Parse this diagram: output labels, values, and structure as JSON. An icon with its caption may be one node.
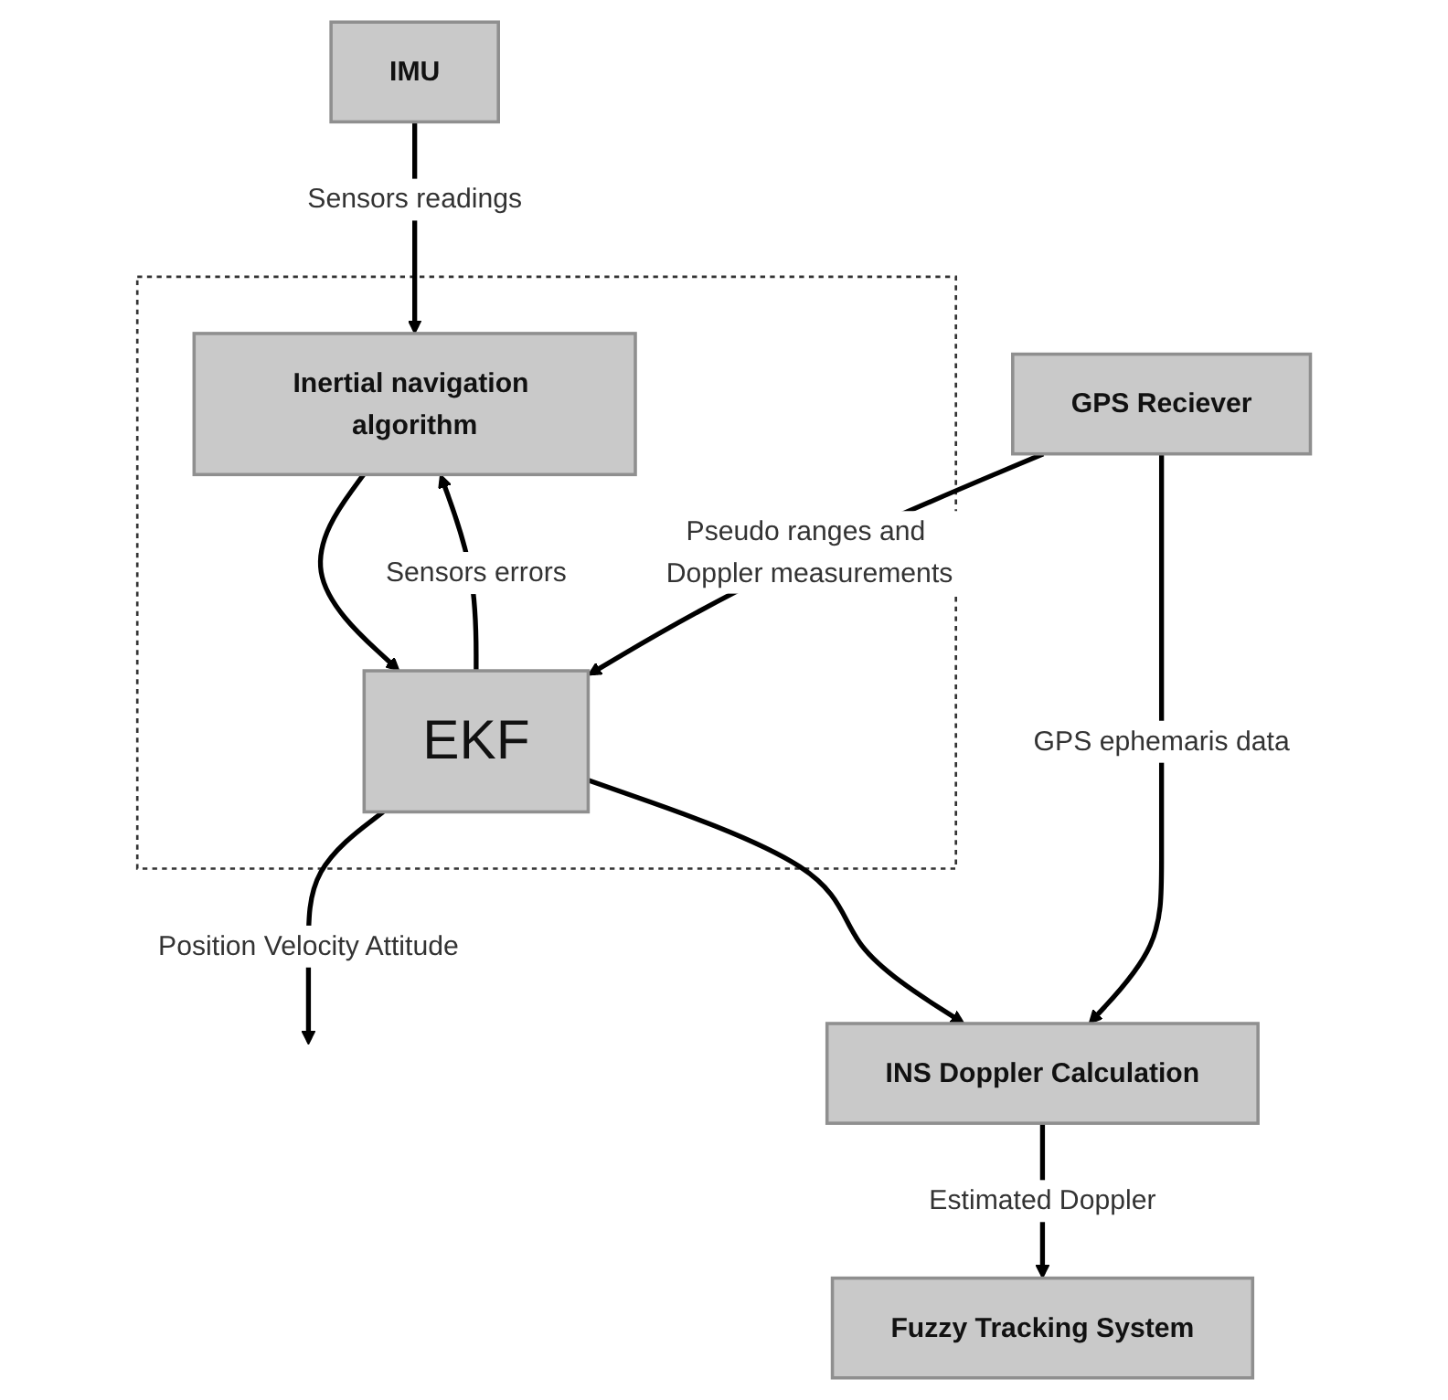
{
  "diagram": {
    "nodes": [
      {
        "text": [],
        "shape": "box"
      },
      {
        "text": [
          "IMU"
        ]
      },
      {
        "text": [
          "Inertial navigation algorithm"
        ],
        "in": 0
      },
      {
        "text": [
          "EKF"
        ],
        "in": 0
      },
      {
        "text": [
          "GPS Reciever"
        ]
      },
      {
        "text": [
          "Fuzzy Tracking System"
        ]
      },
      {
        "text": [
          "INS Doppler Calculation"
        ]
      }
    ],
    "edges": [
      {
        "from": 1,
        "to": 2,
        "arrow": "to",
        "label": "Sensors readings"
      },
      {
        "from": 3,
        "to": 2,
        "arrow": "to",
        "label": "Sensors errors"
      },
      {
        "from": 2,
        "to": 3,
        "arrow": "to"
      },
      {
        "from": 4,
        "to": 3,
        "arrow": "to",
        "label": "Pseudo ranges and Doppler measurements"
      },
      {
        "from": 4,
        "to": 6,
        "arrow": "to",
        "label": "GPS ephemaris data"
      },
      {
        "from": 3,
        "to": null,
        "arrow": "to",
        "label": "Position Velocity Attitude"
      },
      {
        "from": 3,
        "to": 6,
        "arrow": "to"
      },
      {
        "from": 6,
        "to": 5,
        "arrow": "to",
        "label": "Estimated Doppler"
      }
    ]
  }
}
